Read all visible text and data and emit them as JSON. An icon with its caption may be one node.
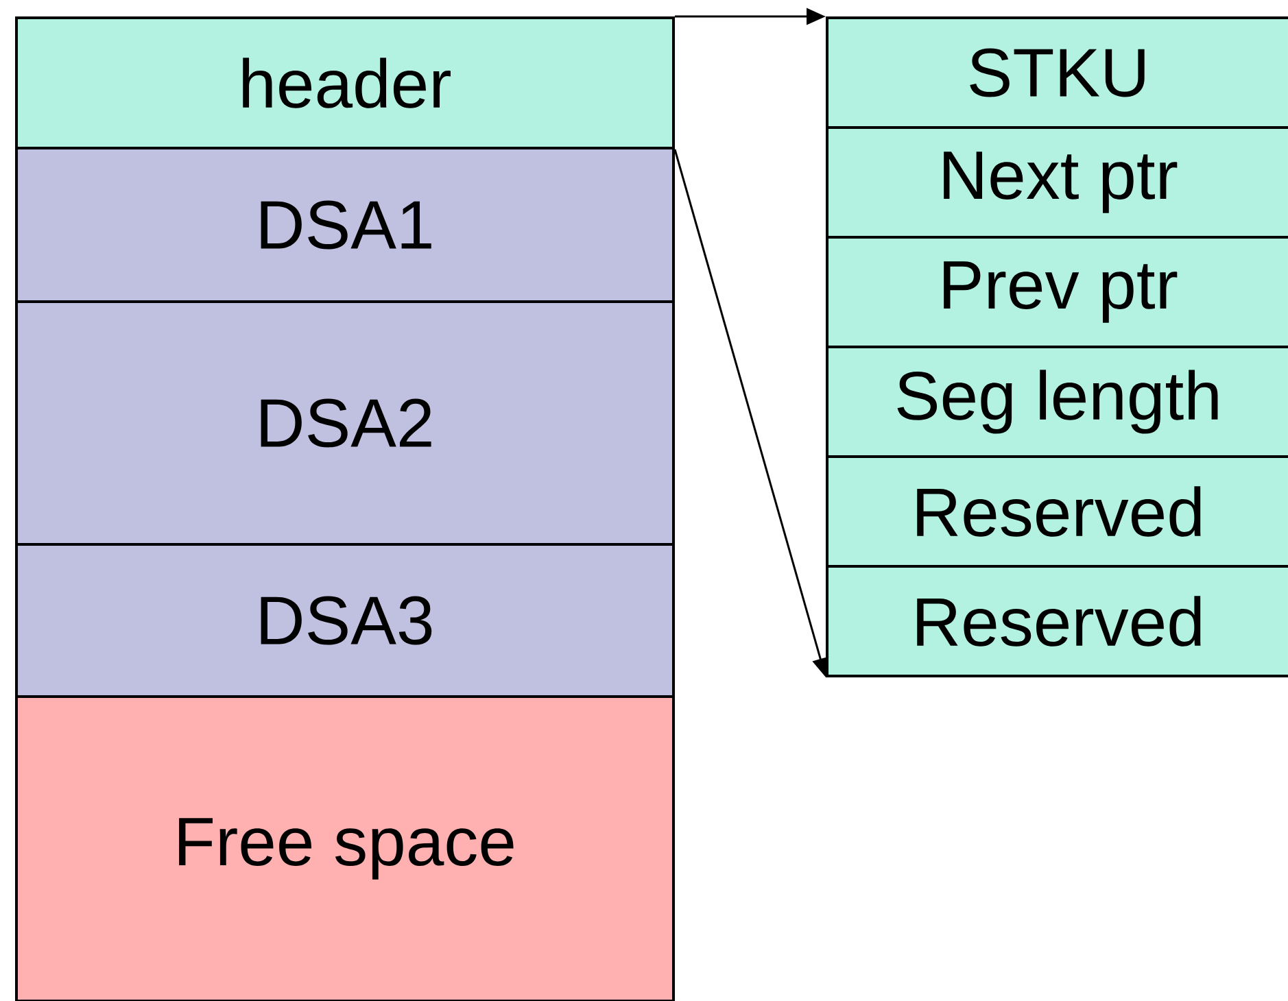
{
  "diagram": {
    "nodes": [
      {
        "text": [
          "header"
        ]
      },
      {
        "text": [
          "DSA1"
        ]
      },
      {
        "text": [
          "DSA2"
        ]
      },
      {
        "text": [
          "DSA3"
        ]
      },
      {
        "text": [
          "Free space"
        ]
      },
      {
        "text": [
          "STKU"
        ]
      },
      {
        "text": [
          "Next ptr"
        ]
      },
      {
        "text": [
          "Prev ptr"
        ]
      },
      {
        "text": [
          "Seg length"
        ]
      },
      {
        "text": [
          "Reserved"
        ]
      },
      {
        "text": [
          "Reserved"
        ]
      }
    ],
    "edges": [
      {
        "from": 0,
        "to": 5,
        "arrow": "to"
      },
      {
        "from": 0,
        "to": 10,
        "arrow": "to"
      }
    ]
  }
}
